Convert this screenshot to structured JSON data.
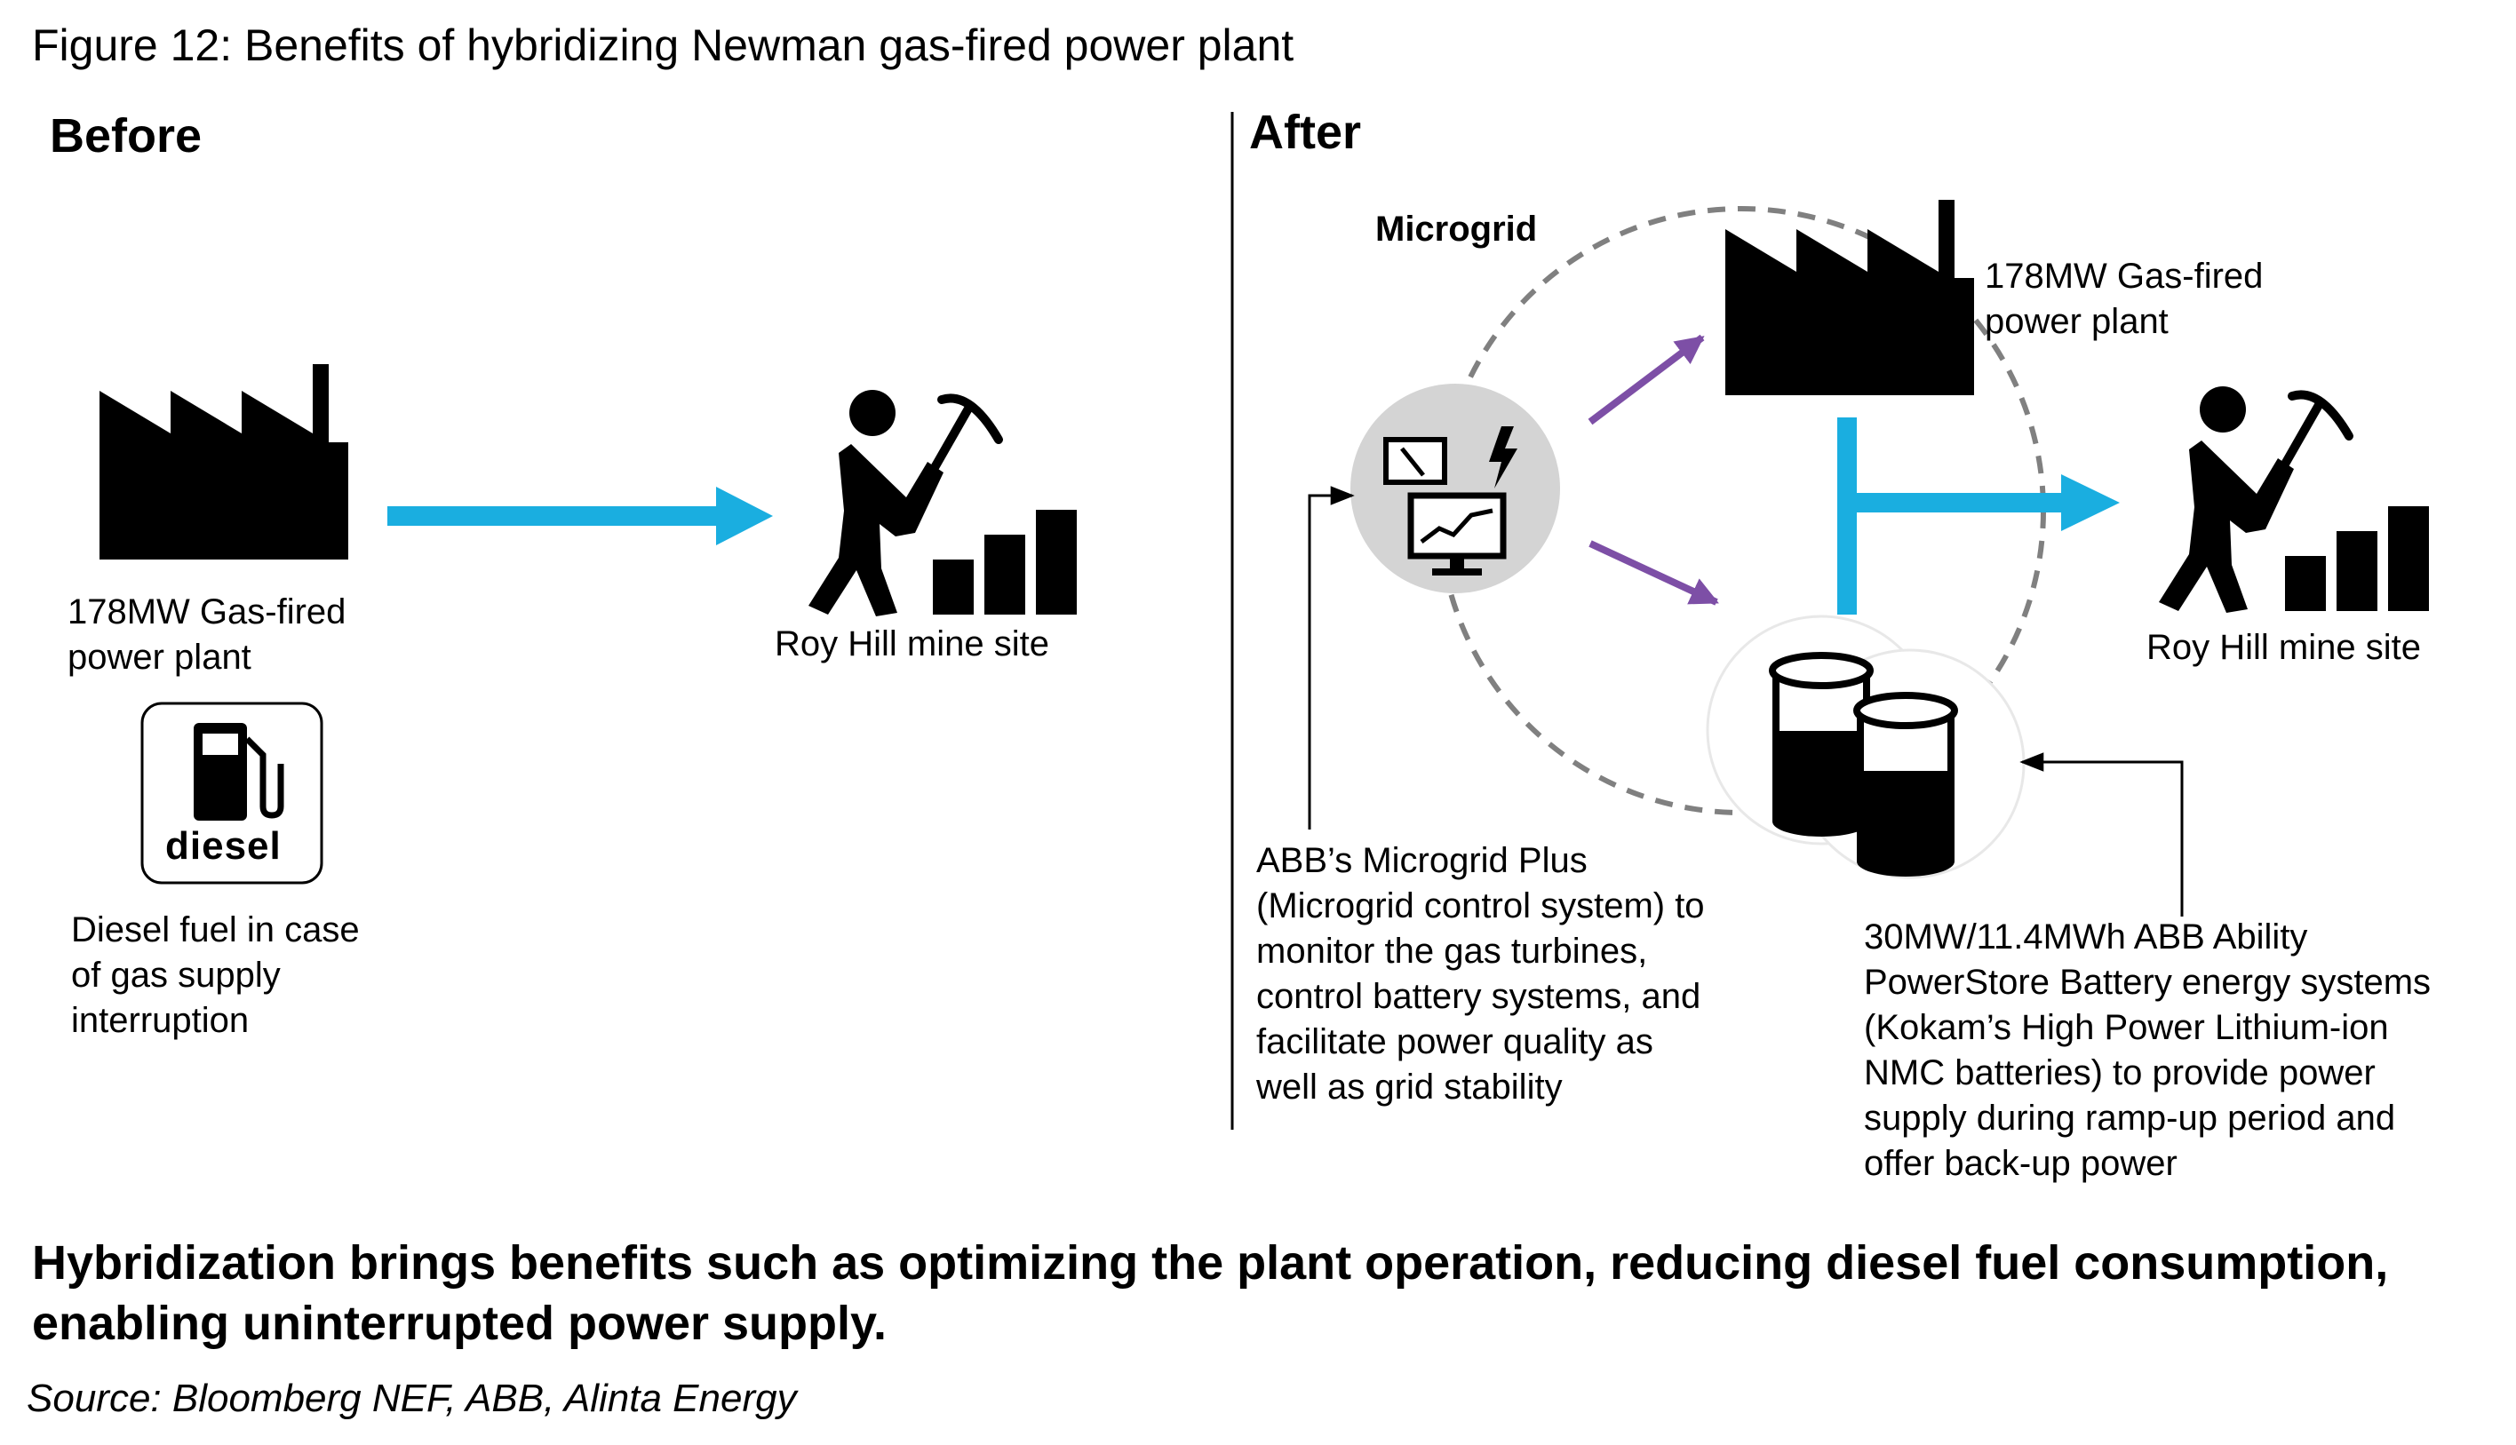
{
  "figure": {
    "title": "Figure 12: Benefits of hybridizing Newman gas-fired power plant",
    "source": "Source: Bloomberg NEF, ABB, Alinta Energy",
    "summary_line1": "Hybridization brings benefits such as optimizing the plant operation, reducing diesel fuel consumption,",
    "summary_line2": "enabling uninterrupted power supply."
  },
  "before": {
    "heading": "Before",
    "plant_line1": "178MW Gas-fired",
    "plant_line2": "power plant",
    "mine_label": "Roy Hill mine site",
    "diesel_badge": "diesel",
    "diesel_line1": "Diesel fuel in case",
    "diesel_line2": "of gas supply",
    "diesel_line3": "interruption"
  },
  "after": {
    "heading": "After",
    "microgrid_label": "Microgrid",
    "plant_line1": "178MW Gas-fired",
    "plant_line2": "power plant",
    "mine_label": "Roy Hill mine site",
    "control_desc": [
      "ABB’s Microgrid Plus",
      "(Microgrid control system) to",
      "monitor the gas turbines,",
      "control battery systems, and",
      "facilitate power quality as",
      "well as grid stability"
    ],
    "battery_desc": [
      "30MW/11.4MWh ABB Ability",
      "PowerStore Battery energy systems",
      "(Kokam’s High Power Lithium-ion",
      "NMC batteries) to provide power",
      "supply during ramp-up period and",
      "offer back-up power"
    ]
  },
  "colors": {
    "power_arrow": "#1aaee0",
    "control_arrow": "#7d4fa6",
    "microgrid_ring": "#808080",
    "controller_disc": "#d4d4d4"
  },
  "icons": [
    "factory-icon",
    "miner-icon",
    "bar-chart-icon",
    "fuel-pump-icon",
    "control-screen-icon",
    "lightning-icon",
    "battery-icon"
  ]
}
